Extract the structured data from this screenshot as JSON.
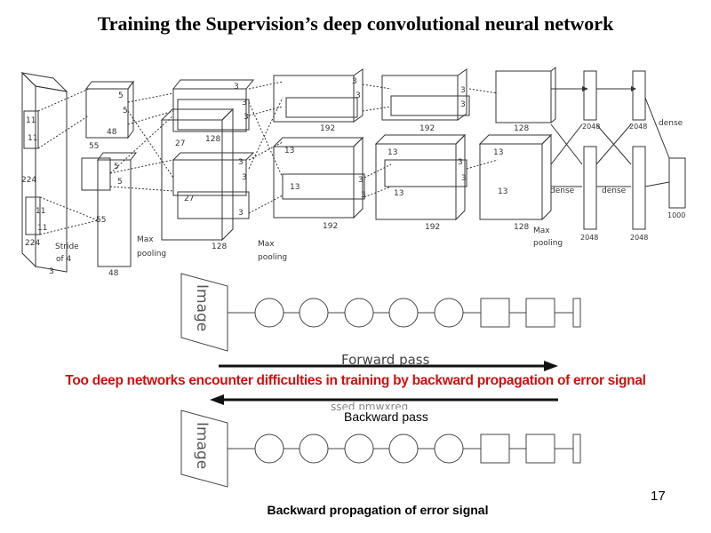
{
  "title": "Training the Supervision’s deep convolutional neural network",
  "warning": "Too deep networks encounter difficulties in training by backward propagation of error signal",
  "caption": "Backward propagation of error signal",
  "page_number": "17",
  "network": {
    "input_labels": [
      "224",
      "224",
      "11",
      "11",
      "11",
      "11"
    ],
    "stride_labels": [
      "Stride",
      "of 4",
      "3"
    ],
    "conv1_labels": [
      "5",
      "5",
      "5",
      "5",
      "48",
      "55",
      "55",
      "48"
    ],
    "conv2_labels": [
      "27",
      "27",
      "128",
      "128",
      "3",
      "3",
      "3",
      "3",
      "3",
      "3"
    ],
    "conv3_labels": [
      "13",
      "13",
      "192",
      "192",
      "3",
      "3",
      "3",
      "3"
    ],
    "conv4_labels": [
      "13",
      "13",
      "192",
      "192",
      "3",
      "3",
      "3",
      "3"
    ],
    "conv5_labels": [
      "13",
      "13",
      "128",
      "128"
    ],
    "pool_labels": [
      "Max",
      "pooling",
      "Max",
      "pooling",
      "Max",
      "pooling"
    ],
    "dense_labels": [
      "dense",
      "dense",
      "dense"
    ],
    "dense_sizes": [
      "2048",
      "2048",
      "2048",
      "2048",
      "1000"
    ]
  },
  "chain": {
    "image_label": "Image",
    "forward_label": "Forward pass",
    "backward_label": "Backward pass",
    "garbled_label": "ssed pmwxreq"
  },
  "colors": {
    "warning": "#d01010",
    "line": "#000000",
    "diagram": "#333333"
  }
}
